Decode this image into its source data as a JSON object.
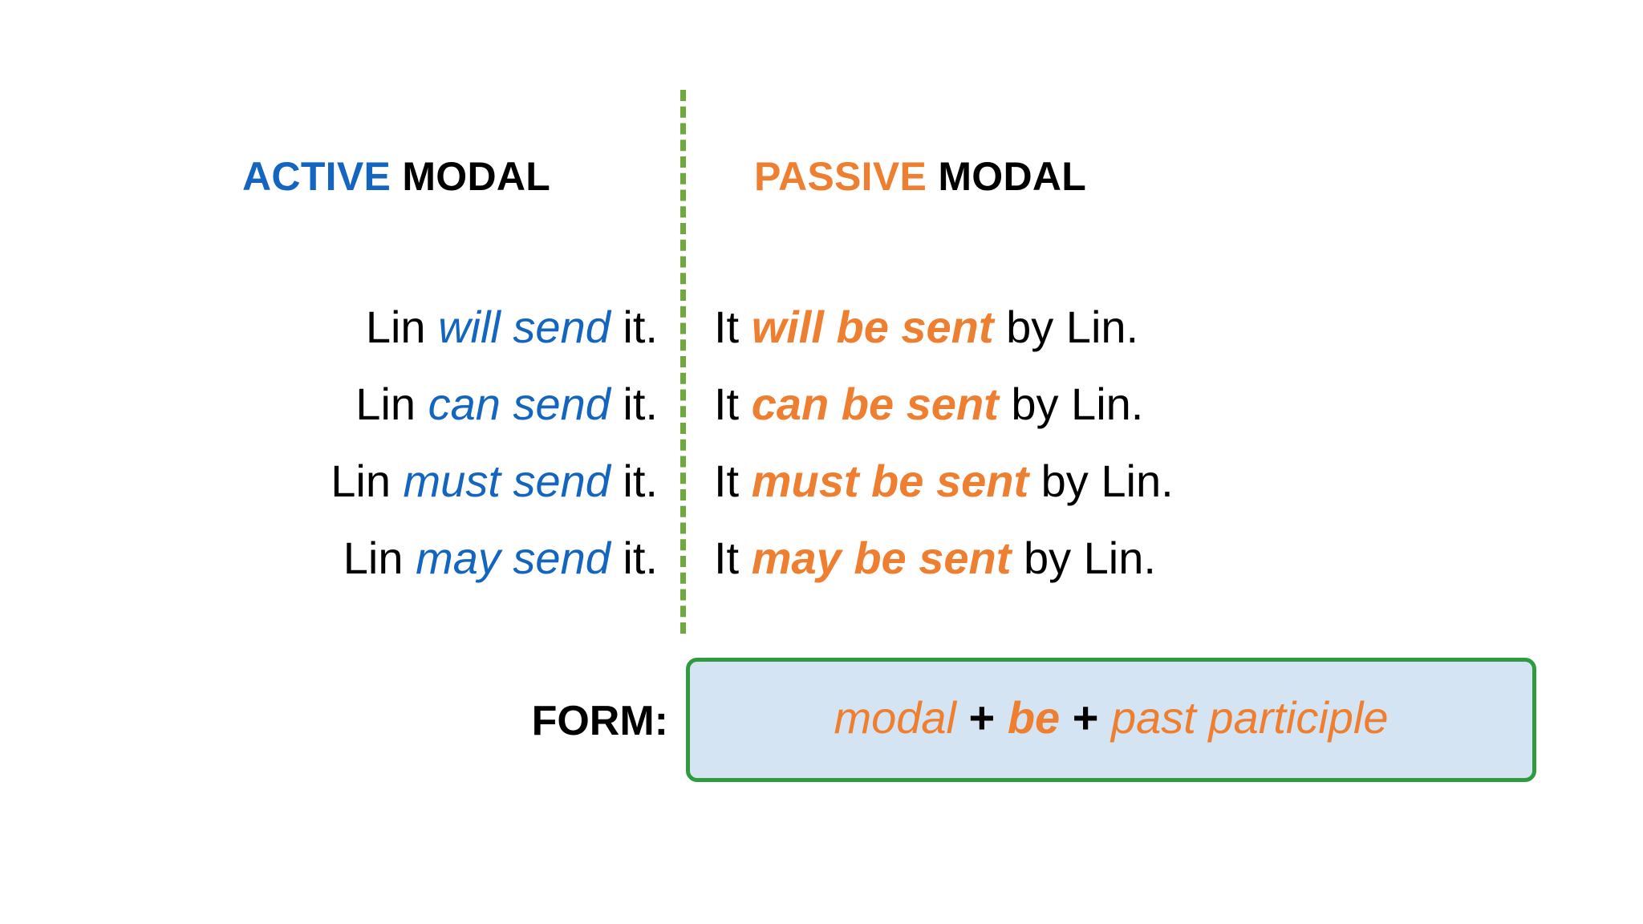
{
  "colors": {
    "active_accent": "#1365C0",
    "passive_accent": "#EF7F30",
    "divider_green": "#6FA83C",
    "box_border_green": "#2E9B3E",
    "box_fill_blue": "#D4E4F2",
    "text_black": "#000000",
    "background": "#FFFFFF"
  },
  "headers": {
    "active": {
      "accent": "ACTIVE",
      "plain": " MODAL"
    },
    "passive": {
      "accent": "PASSIVE",
      "plain": " MODAL"
    }
  },
  "rows": [
    {
      "active": {
        "pre": "Lin ",
        "em": "will send",
        "post": " it."
      },
      "passive": {
        "pre": "It ",
        "em": "will be sent",
        "post": " by Lin."
      }
    },
    {
      "active": {
        "pre": "Lin ",
        "em": "can send",
        "post": " it."
      },
      "passive": {
        "pre": "It ",
        "em": "can be sent",
        "post": " by Lin."
      }
    },
    {
      "active": {
        "pre": "Lin ",
        "em": "must send",
        "post": " it."
      },
      "passive": {
        "pre": "It ",
        "em": "must be sent",
        "post": " by Lin."
      }
    },
    {
      "active": {
        "pre": "Lin ",
        "em": "may send",
        "post": " it."
      },
      "passive": {
        "pre": "It ",
        "em": "may be sent",
        "post": " by Lin."
      }
    }
  ],
  "form": {
    "label": "FORM:",
    "part1": "modal",
    "plus1": " + ",
    "part2": "be",
    "plus2": " + ",
    "part3": "past participle"
  }
}
